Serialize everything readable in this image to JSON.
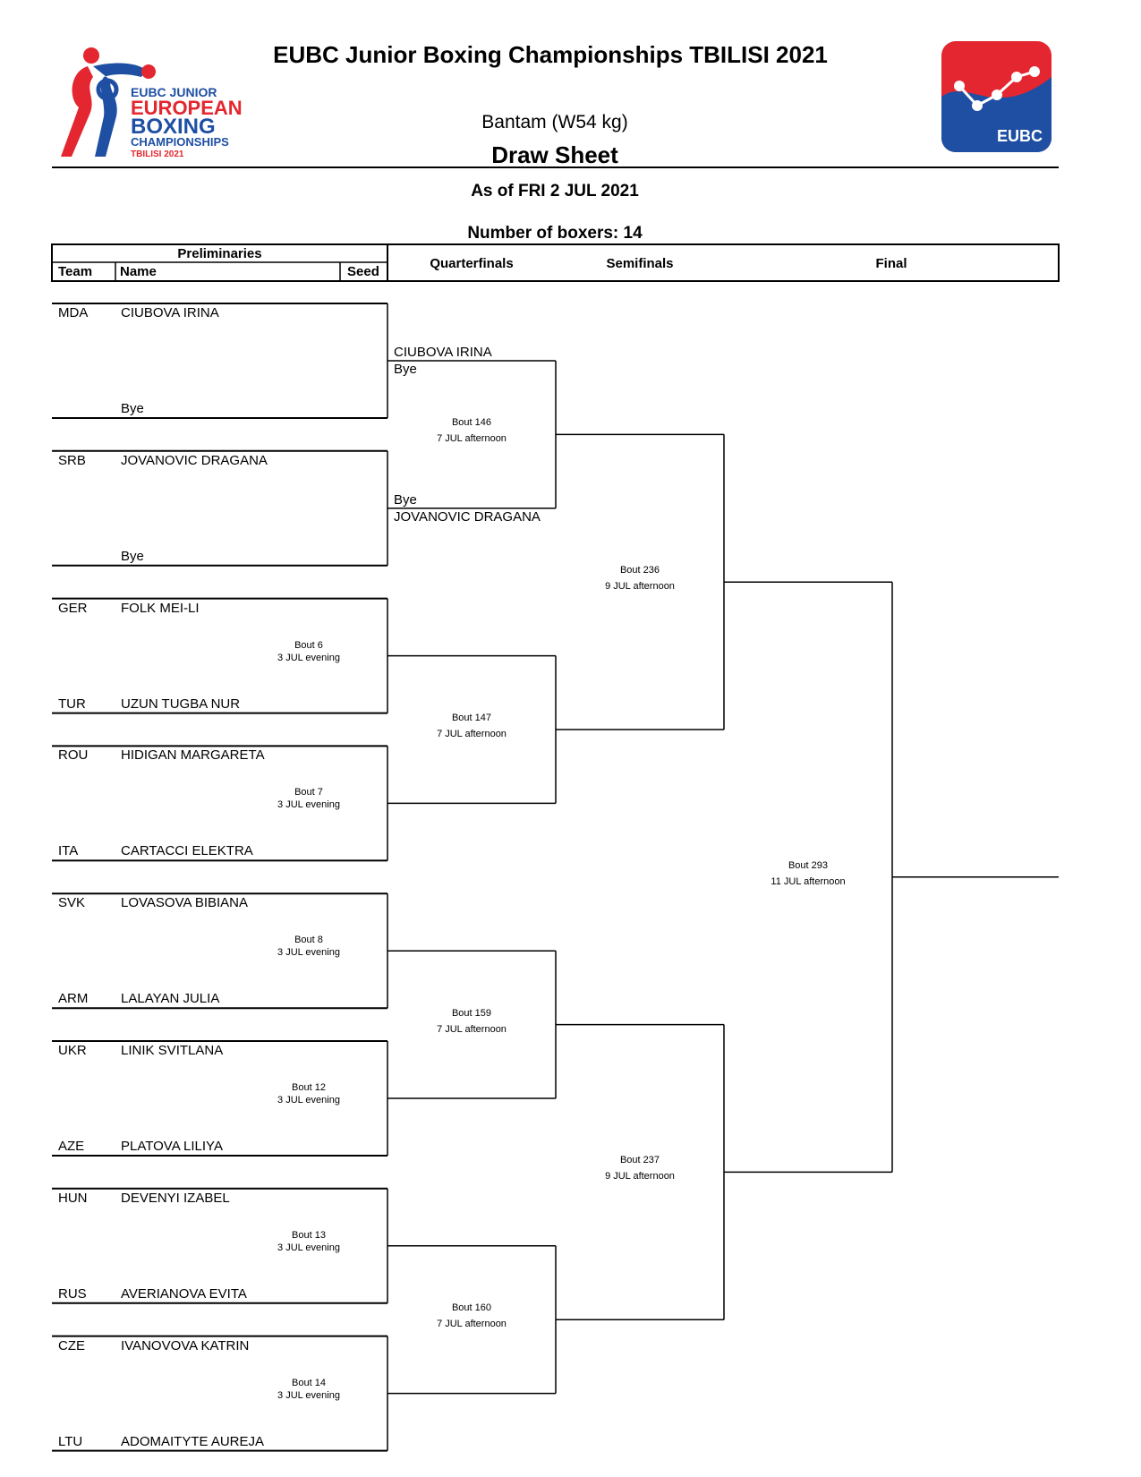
{
  "header": {
    "title": "EUBC Junior Boxing Championships TBILISI 2021",
    "weight_class": "Bantam (W54 kg)",
    "sheet_title": "Draw Sheet",
    "as_of": "As of FRI 2 JUL 2021",
    "boxer_count": "Number of boxers: 14"
  },
  "logo_left": {
    "line1": "EUBC JUNIOR",
    "line2": "EUROPEAN",
    "line3": "BOXING",
    "line4": "CHAMPIONSHIPS",
    "line5": "TBILISI 2021"
  },
  "logo_right": {
    "text": "EUBC",
    "color": "#1e4fa3",
    "accent": "#e3262f"
  },
  "columns": {
    "preliminaries": "Preliminaries",
    "team": "Team",
    "name": "Name",
    "seed": "Seed",
    "quarterfinals": "Quarterfinals",
    "semifinals": "Semifinals",
    "final": "Final"
  },
  "preliminaries": [
    {
      "team": "MDA",
      "name": "CIUBOVA IRINA"
    },
    {
      "team": "",
      "name": "Bye"
    },
    {
      "team": "SRB",
      "name": "JOVANOVIC DRAGANA"
    },
    {
      "team": "",
      "name": "Bye"
    },
    {
      "team": "GER",
      "name": "FOLK MEI-LI"
    },
    {
      "team": "TUR",
      "name": "UZUN TUGBA NUR"
    },
    {
      "team": "ROU",
      "name": "HIDIGAN MARGARETA"
    },
    {
      "team": "ITA",
      "name": "CARTACCI ELEKTRA"
    },
    {
      "team": "SVK",
      "name": "LOVASOVA BIBIANA"
    },
    {
      "team": "ARM",
      "name": "LALAYAN JULIA"
    },
    {
      "team": "UKR",
      "name": "LINIK SVITLANA"
    },
    {
      "team": "AZE",
      "name": "PLATOVA LILIYA"
    },
    {
      "team": "HUN",
      "name": "DEVENYI IZABEL"
    },
    {
      "team": "RUS",
      "name": "AVERIANOVA EVITA"
    },
    {
      "team": "CZE",
      "name": "IVANOVOVA KATRIN"
    },
    {
      "team": "LTU",
      "name": "ADOMAITYTE AUREJA"
    }
  ],
  "prelim_bouts": [
    null,
    null,
    {
      "bout": "Bout 6",
      "when": "3 JUL evening"
    },
    {
      "bout": "Bout 7",
      "when": "3 JUL evening"
    },
    {
      "bout": "Bout 8",
      "when": "3 JUL evening"
    },
    {
      "bout": "Bout 12",
      "when": "3 JUL evening"
    },
    {
      "bout": "Bout 13",
      "when": "3 JUL evening"
    },
    {
      "bout": "Bout 14",
      "when": "3 JUL evening"
    }
  ],
  "quarterfinal_entries": [
    "CIUBOVA IRINA",
    "Bye",
    "Bye",
    "JOVANOVIC DRAGANA"
  ],
  "quarterfinal_bouts": [
    {
      "bout": "Bout 146",
      "when": "7 JUL afternoon"
    },
    {
      "bout": "Bout 147",
      "when": "7 JUL afternoon"
    },
    {
      "bout": "Bout 159",
      "when": "7 JUL afternoon"
    },
    {
      "bout": "Bout 160",
      "when": "7 JUL afternoon"
    }
  ],
  "semifinal_bouts": [
    {
      "bout": "Bout 236",
      "when": "9 JUL afternoon"
    },
    {
      "bout": "Bout 237",
      "when": "9 JUL afternoon"
    }
  ],
  "final_bout": {
    "bout": "Bout 293",
    "when": "11 JUL afternoon"
  }
}
